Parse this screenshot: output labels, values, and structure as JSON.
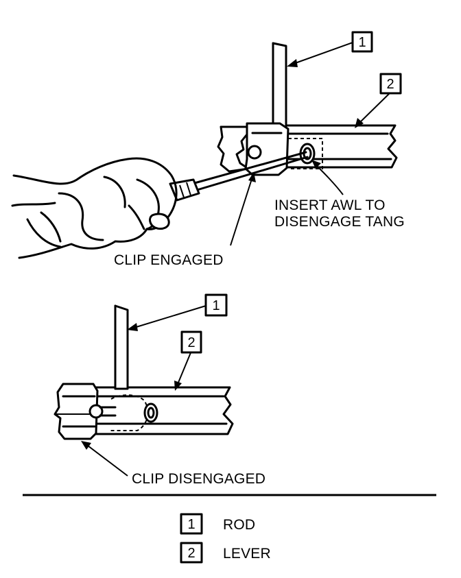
{
  "top_view": {
    "callout_rod": "1",
    "callout_lever": "2",
    "label_insert": [
      "INSERT AWL TO",
      "DISENGAGE TANG"
    ],
    "label_clip": "CLIP ENGAGED"
  },
  "bottom_view": {
    "callout_rod": "1",
    "callout_lever": "2",
    "label_clip": "CLIP DISENGAGED"
  },
  "legend": {
    "items": [
      {
        "number": "1",
        "text": "ROD"
      },
      {
        "number": "2",
        "text": "LEVER"
      }
    ]
  },
  "colors": {
    "ink": "#000000",
    "paper": "#ffffff"
  }
}
